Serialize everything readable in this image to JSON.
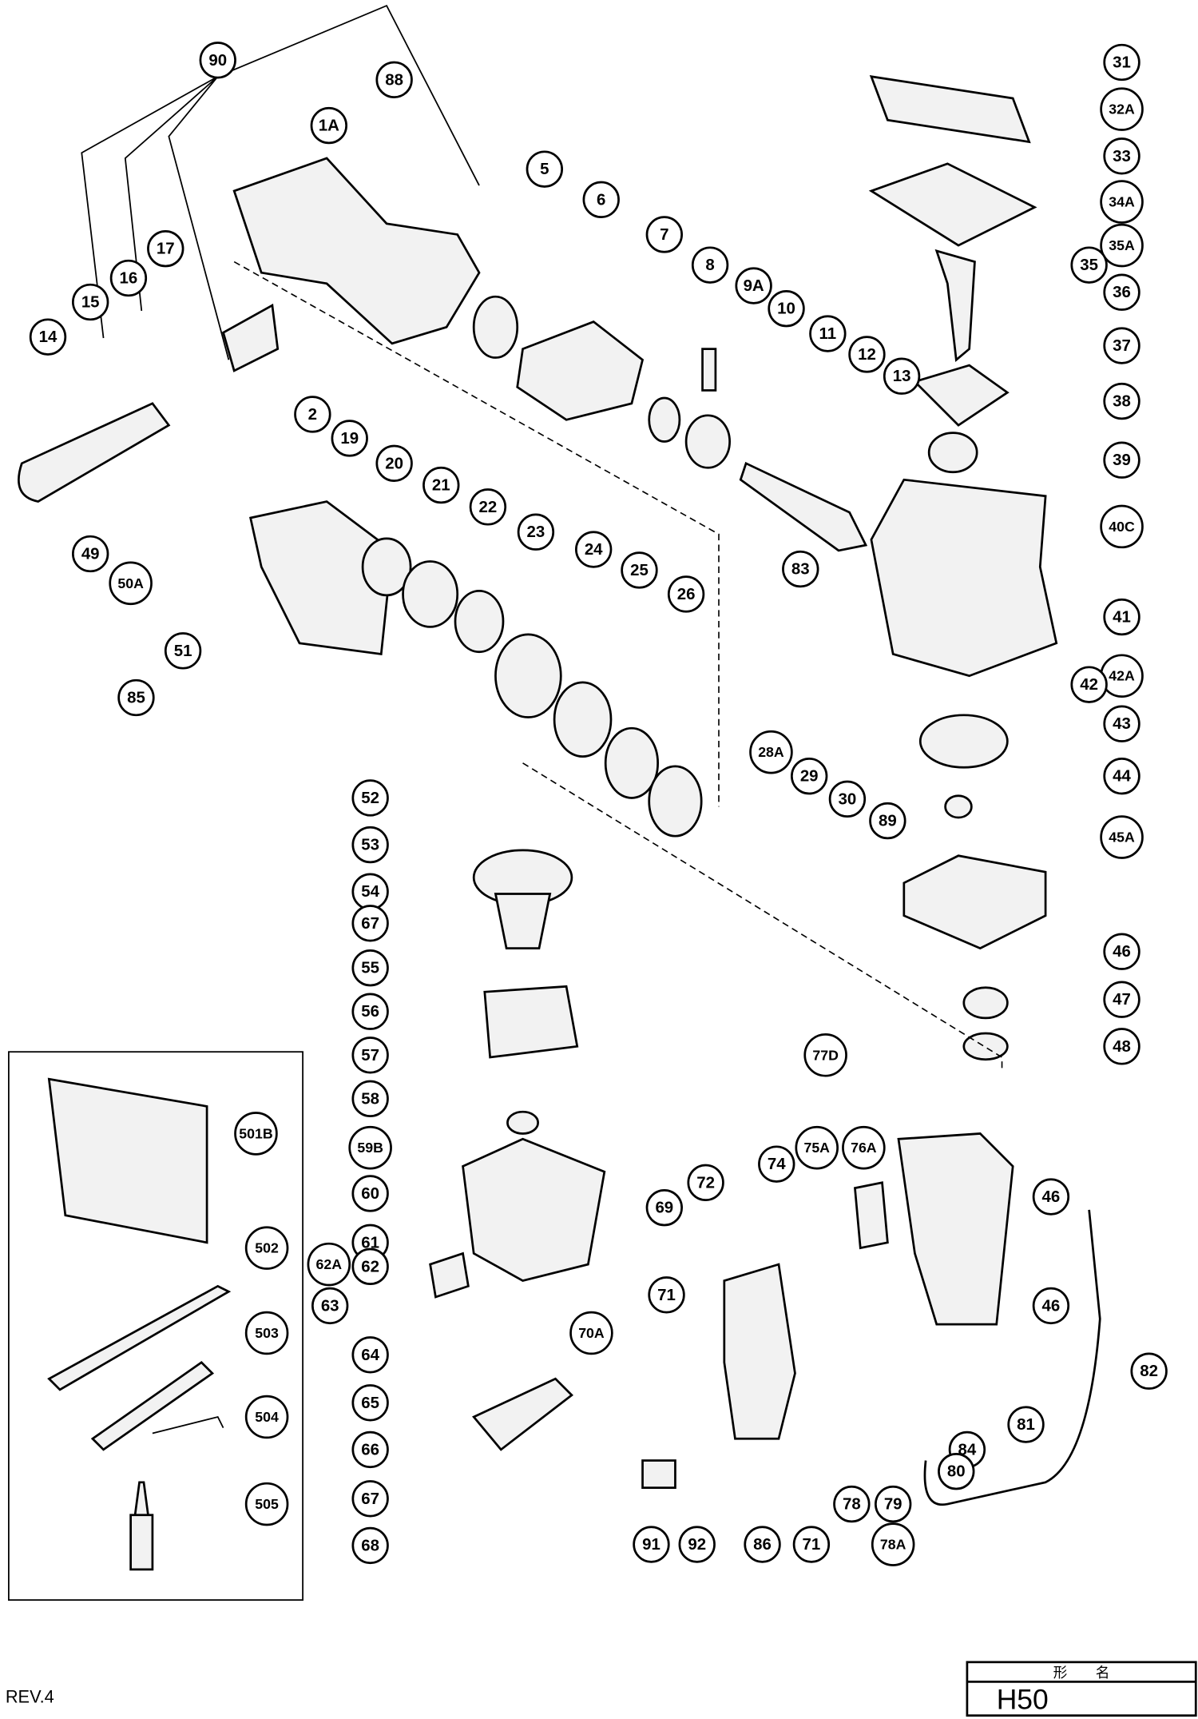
{
  "diagram": {
    "revision": "REV.4",
    "title_block": {
      "header": "形　　名",
      "model": "H50"
    },
    "callouts": [
      "90",
      "88",
      "1A",
      "5",
      "6",
      "7",
      "8",
      "9A",
      "10",
      "11",
      "12",
      "13",
      "31",
      "32A",
      "33",
      "34A",
      "35A",
      "35",
      "36",
      "37",
      "38",
      "39",
      "40C",
      "41",
      "42A",
      "42",
      "43",
      "44",
      "45A",
      "46",
      "47",
      "48",
      "17",
      "16",
      "15",
      "14",
      "2",
      "19",
      "20",
      "21",
      "22",
      "23",
      "24",
      "25",
      "26",
      "49",
      "50A",
      "51",
      "85",
      "83",
      "28A",
      "29",
      "30",
      "89",
      "52",
      "53",
      "54",
      "67",
      "55",
      "56",
      "57",
      "58",
      "59B",
      "60",
      "61",
      "62A",
      "62",
      "63",
      "64",
      "65",
      "66",
      "67",
      "68",
      "69",
      "72",
      "71",
      "70A",
      "77D",
      "76A",
      "75A",
      "74",
      "46",
      "46",
      "82",
      "81",
      "84",
      "80",
      "79",
      "78",
      "78A",
      "71",
      "86",
      "91",
      "92",
      "501B",
      "502",
      "503",
      "504",
      "505"
    ]
  }
}
